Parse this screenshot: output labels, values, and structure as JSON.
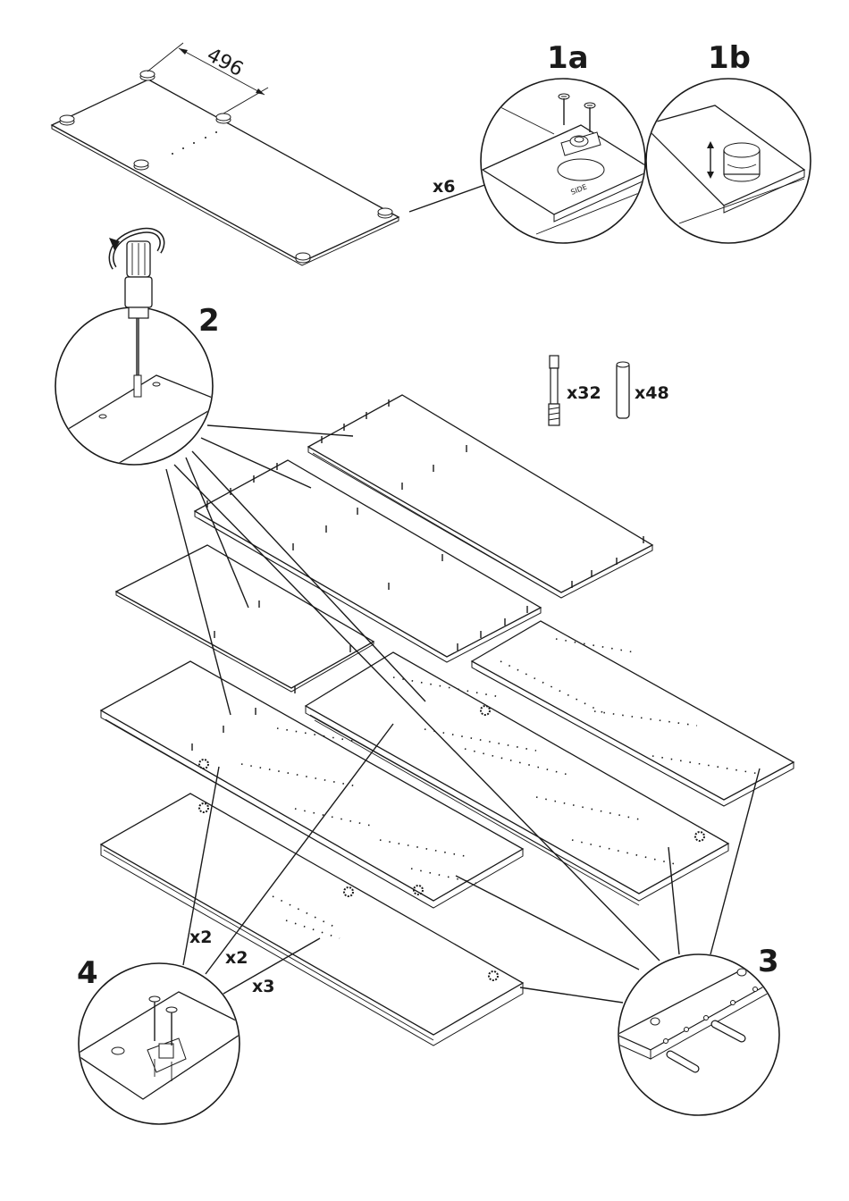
{
  "steps": {
    "s1a": "1a",
    "s1b": "1b",
    "s2": "2",
    "s3": "3",
    "s4": "4"
  },
  "dimension": "496",
  "quantities": {
    "feet": "x6",
    "connector_bolts": "x32",
    "dowels": "x48",
    "hinge_a": "x2",
    "hinge_b": "x2",
    "hinge_c": "x3"
  },
  "detail_1a_label": "SIDE",
  "icons": {
    "screwdriver": "screwdriver-icon",
    "connector_bolt": "connector-bolt-icon",
    "dowel": "wooden-dowel-icon",
    "foot": "adjustable-foot-icon",
    "hinge": "hinge-plate-icon"
  }
}
